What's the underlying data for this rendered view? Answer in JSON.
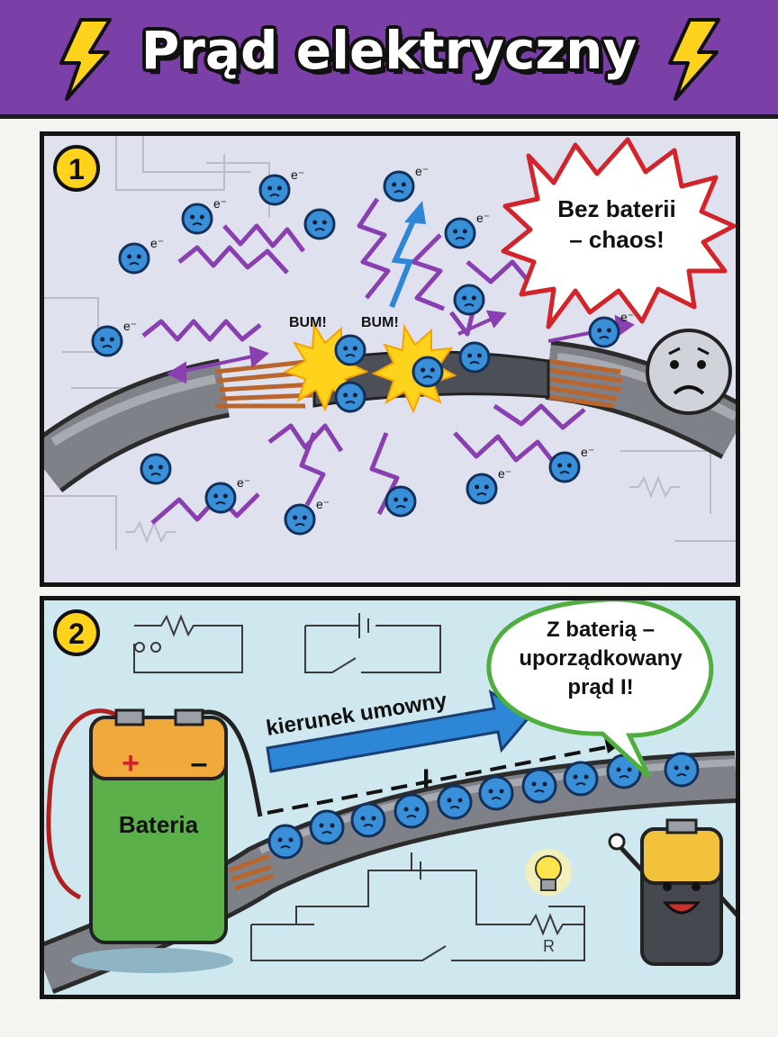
{
  "header": {
    "title": "Prąd elektryczny",
    "bolt_icon": "lightning-bolt-icon"
  },
  "panel1": {
    "number": "1",
    "speech": [
      "Bez baterii",
      "– chaos!"
    ],
    "bum_left": "BUM!",
    "bum_right": "BUM!",
    "electron_label": "e⁻"
  },
  "panel2": {
    "number": "2",
    "speech": [
      "Z baterią –",
      "uporządkowany",
      "prąd I!"
    ],
    "arrow_label": "kierunek umowny",
    "current_symbol": "I",
    "battery_label": "Bateria",
    "battery_plus": "+",
    "battery_minus": "–",
    "resistor_label": "R"
  },
  "colors": {
    "header_bg": "#7b3fa8",
    "panel1_bg": "#dfe2ee",
    "panel2_bg": "#cfe7ee",
    "electron": "#3a8fd9",
    "zigzag": "#8a3fb0",
    "arrow_blue": "#2e86d6",
    "battery_green": "#5bb04a",
    "battery_orange": "#f2a93b"
  }
}
